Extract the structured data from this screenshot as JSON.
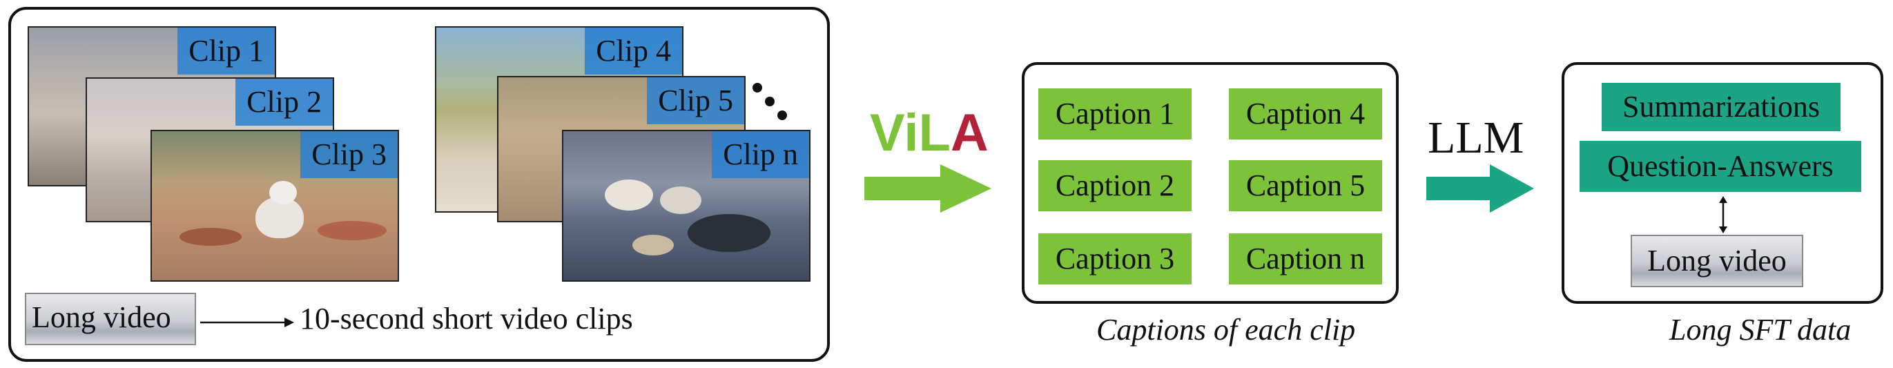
{
  "clips": {
    "clip1": "Clip 1",
    "clip2": "Clip 2",
    "clip3": "Clip 3",
    "clip4": "Clip 4",
    "clip5": "Clip 5",
    "clipn": "Clip n"
  },
  "source": {
    "long_video": "Long video",
    "short_clips": "10-second short video clips"
  },
  "model": {
    "vila_logo": "ViLA",
    "llm": "LLM"
  },
  "captions": {
    "items": [
      "Caption 1",
      "Caption 4",
      "Caption 2",
      "Caption 5",
      "Caption 3",
      "Caption n"
    ],
    "panel_label": "Captions of each clip"
  },
  "sft": {
    "summarizations": "Summarizations",
    "qa": "Question-Answers",
    "long_video": "Long video",
    "panel_label": "Long SFT data"
  },
  "colors": {
    "caption_green": "#7cc33a",
    "arrow_green": "#7cc33a",
    "teal": "#1ba585",
    "clip_blue": "#2880d2",
    "vila_red": "#b4223a"
  },
  "icons": [
    "ellipsis-dots-icon",
    "right-arrow-icon",
    "double-arrow-icon"
  ]
}
